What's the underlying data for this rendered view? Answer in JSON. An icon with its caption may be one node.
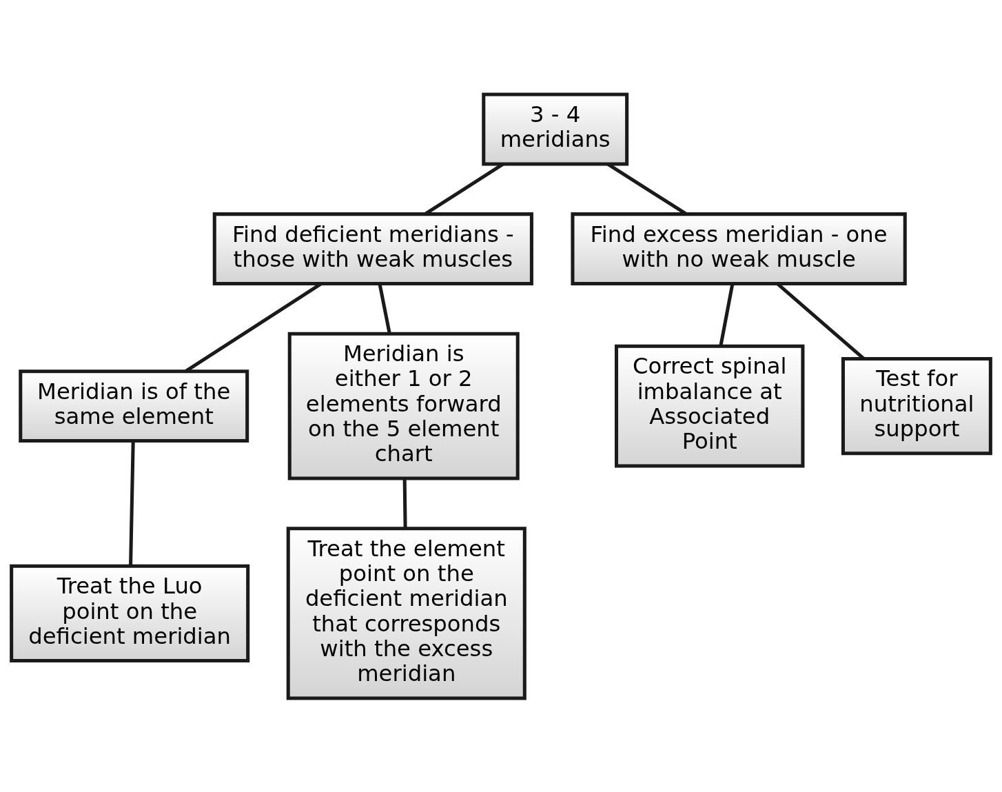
{
  "diagram": {
    "nodes": [
      {
        "text": [
          "3 - 4 meridians"
        ]
      },
      {
        "text": [
          "Find deficient meridians - those with weak muscles"
        ]
      },
      {
        "text": [
          "Find excess meridian - one with no weak muscle"
        ]
      },
      {
        "text": [
          "Meridian is of the same element"
        ]
      },
      {
        "text": [
          "Meridian is either 1 or 2 elements forward on the 5 element chart"
        ]
      },
      {
        "text": [
          "Correct spinal imbalance at Associated Point"
        ]
      },
      {
        "text": [
          "Test for nutritional support"
        ]
      },
      {
        "text": [
          "Treat the Luo point on the deficient meridian"
        ]
      },
      {
        "text": [
          "Treat the element point on the deficient meridian that corresponds with the excess meridian"
        ]
      }
    ],
    "edges": [
      {
        "from": 0,
        "to": 1,
        "arrow": "none"
      },
      {
        "from": 0,
        "to": 2,
        "arrow": "none"
      },
      {
        "from": 1,
        "to": 3,
        "arrow": "none"
      },
      {
        "from": 1,
        "to": 4,
        "arrow": "none"
      },
      {
        "from": 2,
        "to": 5,
        "arrow": "none"
      },
      {
        "from": 2,
        "to": 6,
        "arrow": "none"
      },
      {
        "from": 3,
        "to": 7,
        "arrow": "none"
      },
      {
        "from": 4,
        "to": 8,
        "arrow": "none"
      }
    ]
  }
}
